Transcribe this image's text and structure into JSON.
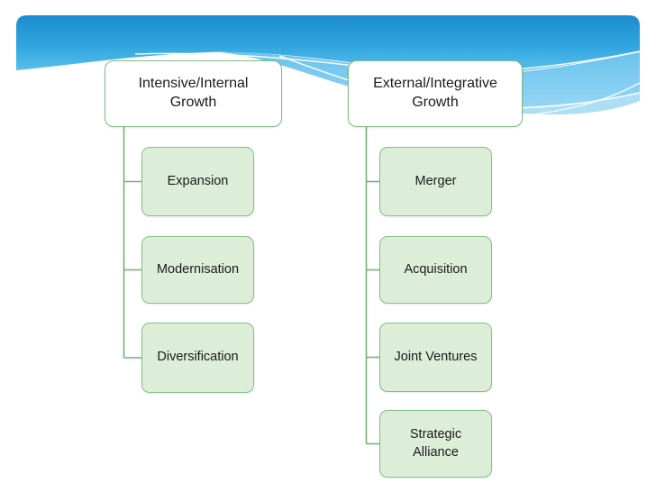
{
  "slide": {
    "kind": "hierarchy-diagram-slide",
    "background_color": "#ffffff",
    "header_banner": {
      "description": "decorative blue wave banner",
      "colors": {
        "base_top": "#1a8ccd",
        "base_mid": "#33a7e0",
        "base_bottom": "#5fc2ee",
        "wave_medium": "#6ec4ee",
        "wave_light": "#aadcf6",
        "wave_line": "#ffffff"
      }
    },
    "diagram": {
      "type": "hierarchy",
      "style": {
        "parent_fill": "#ffffff",
        "child_fill": "#dcedd8",
        "border_color": "#7dbd83",
        "connector_color": "#74b078",
        "text_color": "#1b1b1b"
      },
      "columns": [
        {
          "root": {
            "label": "Intensive/Internal Growth"
          },
          "children": [
            {
              "label": "Expansion"
            },
            {
              "label": "Modernisation"
            },
            {
              "label": "Diversification"
            }
          ]
        },
        {
          "root": {
            "label": "External/Integrative Growth"
          },
          "children": [
            {
              "label": "Merger"
            },
            {
              "label": "Acquisition"
            },
            {
              "label": "Joint Ventures"
            },
            {
              "label": "Strategic Alliance"
            }
          ]
        }
      ]
    }
  }
}
